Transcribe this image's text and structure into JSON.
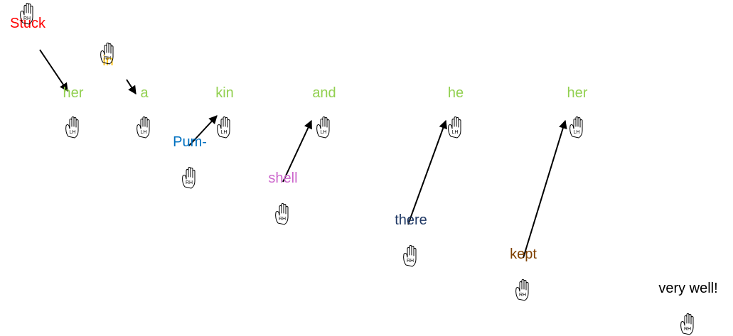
{
  "words": [
    {
      "id": "w1",
      "text": "Stuck",
      "color": "#ff0000",
      "hand": "RH"
    },
    {
      "id": "w2",
      "text": "her",
      "color": "#92d050",
      "hand": "LH"
    },
    {
      "id": "w3",
      "text": "in",
      "color": "#ffc000",
      "hand": "RH"
    },
    {
      "id": "w4",
      "text": "a",
      "color": "#92d050",
      "hand": "LH"
    },
    {
      "id": "w5",
      "text": "Pum-",
      "color": "#0070c0",
      "hand": "RH"
    },
    {
      "id": "w6",
      "text": "kin",
      "color": "#92d050",
      "hand": "LH"
    },
    {
      "id": "w7",
      "text": "shell",
      "color": "#cc66cc",
      "hand": "RH"
    },
    {
      "id": "w8",
      "text": "and",
      "color": "#92d050",
      "hand": "LH"
    },
    {
      "id": "w9",
      "text": "there",
      "color": "#1f3864",
      "hand": "RH"
    },
    {
      "id": "w10",
      "text": "he",
      "color": "#92d050",
      "hand": "LH"
    },
    {
      "id": "w11",
      "text": "kept",
      "color": "#7f4000",
      "hand": "RH"
    },
    {
      "id": "w12",
      "text": "her",
      "color": "#92d050",
      "hand": "LH"
    },
    {
      "id": "w13",
      "text": "very well!",
      "color": "#000000",
      "hand": "RH"
    }
  ],
  "arrows": [
    {
      "from": "w1",
      "to": "w2"
    },
    {
      "from": "w3",
      "to": "w4"
    },
    {
      "from": "w5",
      "to": "w6"
    },
    {
      "from": "w7",
      "to": "w8"
    },
    {
      "from": "w9",
      "to": "w10"
    },
    {
      "from": "w11",
      "to": "w12"
    }
  ],
  "arrow_color": "#000000",
  "hand_icon": "hand-outline-icon"
}
